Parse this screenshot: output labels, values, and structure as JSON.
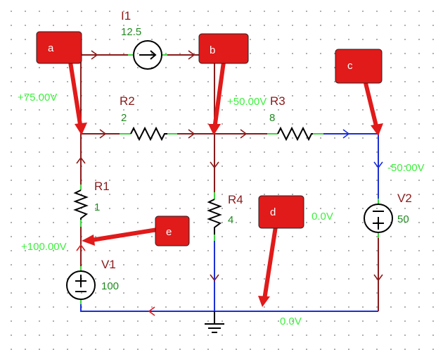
{
  "components": {
    "I1": {
      "ref": "I1",
      "value": "12.5"
    },
    "R1": {
      "ref": "R1",
      "value": "1"
    },
    "R2": {
      "ref": "R2",
      "value": "2"
    },
    "R3": {
      "ref": "R3",
      "value": "8"
    },
    "R4": {
      "ref": "R4",
      "value": "4"
    },
    "V1": {
      "ref": "V1",
      "value": "100"
    },
    "V2": {
      "ref": "V2",
      "value": "50"
    }
  },
  "voltages": {
    "node_a": "+75.00V",
    "node_b": "+50.00V",
    "node_c": "-50.00V",
    "node_e": "+100.00V",
    "node_d_mid": "0.0V",
    "node_d_bottom": "0.0V"
  },
  "callouts": [
    "a",
    "b",
    "c",
    "d",
    "e"
  ],
  "colors": {
    "wire_red": "#8b1a1a",
    "wire_blue": "#1c2fd4",
    "callout_red": "#e11a1a",
    "voltage_green": "#3ef03e",
    "value_green": "#1f8a1f"
  }
}
